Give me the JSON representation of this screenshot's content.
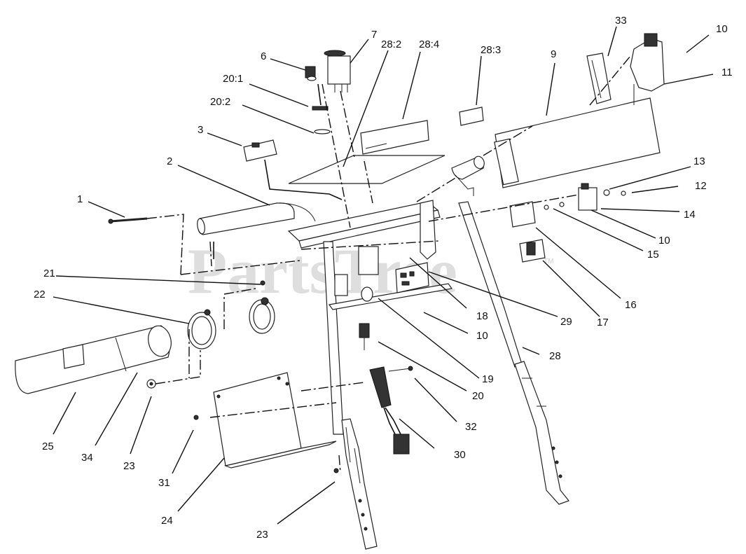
{
  "watermark": {
    "text": "PartsTree",
    "tm": "TM"
  },
  "callouts": [
    {
      "id": "c1",
      "label": "1"
    },
    {
      "id": "c2",
      "label": "2"
    },
    {
      "id": "c3",
      "label": "3"
    },
    {
      "id": "c6",
      "label": "6"
    },
    {
      "id": "c7",
      "label": "7"
    },
    {
      "id": "c9",
      "label": "9"
    },
    {
      "id": "c10a",
      "label": "10"
    },
    {
      "id": "c11",
      "label": "11"
    },
    {
      "id": "c12",
      "label": "12"
    },
    {
      "id": "c13",
      "label": "13"
    },
    {
      "id": "c14",
      "label": "14"
    },
    {
      "id": "c10b",
      "label": "10"
    },
    {
      "id": "c15",
      "label": "15"
    },
    {
      "id": "c16",
      "label": "16"
    },
    {
      "id": "c17",
      "label": "17"
    },
    {
      "id": "c18",
      "label": "18"
    },
    {
      "id": "c10c",
      "label": "10"
    },
    {
      "id": "c19",
      "label": "19"
    },
    {
      "id": "c20",
      "label": "20"
    },
    {
      "id": "c20_1",
      "label": "20:1"
    },
    {
      "id": "c20_2",
      "label": "20:2"
    },
    {
      "id": "c21",
      "label": "21"
    },
    {
      "id": "c22",
      "label": "22"
    },
    {
      "id": "c23a",
      "label": "23"
    },
    {
      "id": "c23b",
      "label": "23"
    },
    {
      "id": "c24",
      "label": "24"
    },
    {
      "id": "c25",
      "label": "25"
    },
    {
      "id": "c28",
      "label": "28"
    },
    {
      "id": "c28_2",
      "label": "28:2"
    },
    {
      "id": "c28_3",
      "label": "28:3"
    },
    {
      "id": "c28_4",
      "label": "28:4"
    },
    {
      "id": "c29",
      "label": "29"
    },
    {
      "id": "c30",
      "label": "30"
    },
    {
      "id": "c31",
      "label": "31"
    },
    {
      "id": "c32",
      "label": "32"
    },
    {
      "id": "c33",
      "label": "33"
    },
    {
      "id": "c34",
      "label": "34"
    }
  ]
}
